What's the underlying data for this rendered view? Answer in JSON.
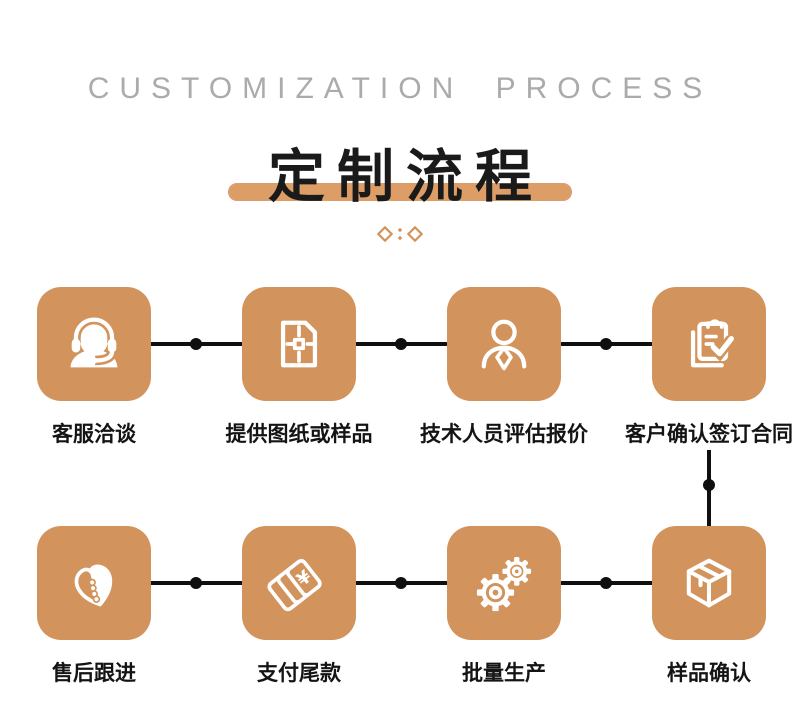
{
  "header": {
    "subtitle": "CUSTOMIZATION PROCESS",
    "title": "定制流程"
  },
  "decor": {
    "ornament": "diamond-colon-diamond"
  },
  "colors": {
    "accent_box": "#D2935C",
    "title_bar": "#DC9E66",
    "connector_line": "#0F0F0F",
    "subtitle_gray": "#ABABAB",
    "label_text": "#141414",
    "icon": "#FFFFFF",
    "background": "#FFFFFF"
  },
  "steps_row1": [
    {
      "label": "客服洽谈",
      "icon": "headset-agent-icon"
    },
    {
      "label": "提供图纸或样品",
      "icon": "blueprint-document-icon"
    },
    {
      "label": "技术人员评估报价",
      "icon": "person-tie-icon"
    },
    {
      "label": "客户确认签订合同",
      "icon": "contract-checklist-icon"
    }
  ],
  "steps_row2": [
    {
      "label": "售后跟进",
      "icon": "handshake-heart-icon"
    },
    {
      "label": "支付尾款",
      "icon": "payment-cards-icon"
    },
    {
      "label": "批量生产",
      "icon": "gears-icon"
    },
    {
      "label": "样品确认",
      "icon": "package-box-icon"
    }
  ]
}
